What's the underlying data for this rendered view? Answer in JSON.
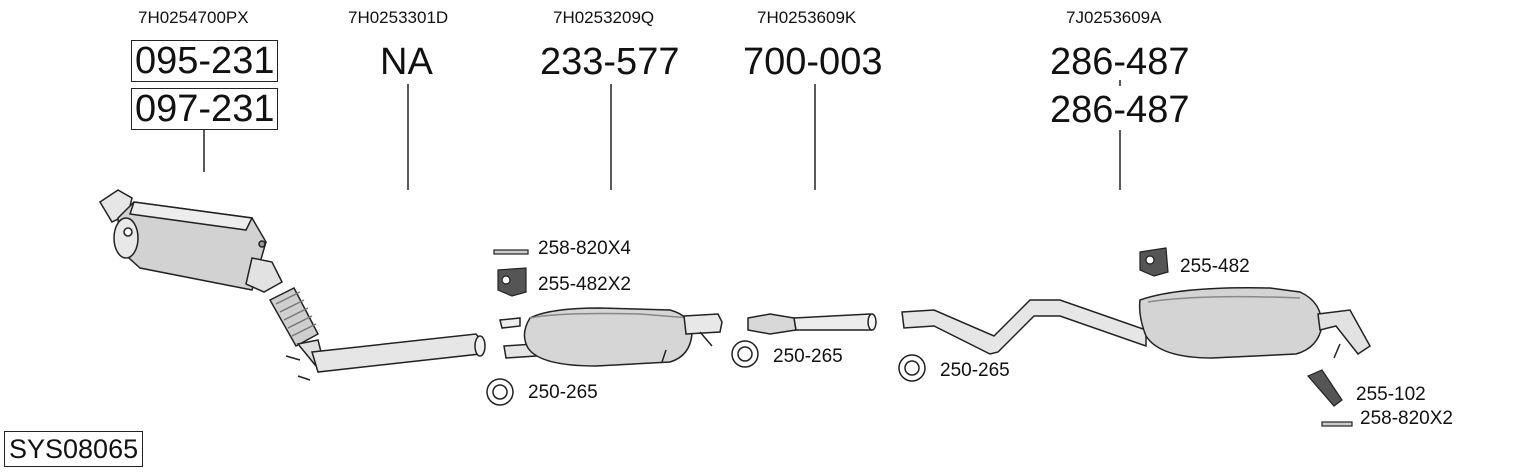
{
  "sections": [
    {
      "oem": "7H0254700PX",
      "parts": [
        "095-231",
        "097-231"
      ]
    },
    {
      "oem": "7H0253301D",
      "parts": [
        "NA"
      ]
    },
    {
      "oem": "7H0253209Q",
      "parts": [
        "233-577"
      ]
    },
    {
      "oem": "7H0253609K",
      "parts": [
        "700-003"
      ]
    },
    {
      "oem": "7J0253609A",
      "parts": [
        "286-487",
        "286-487"
      ]
    }
  ],
  "accessories": [
    "258-820X4",
    "255-482X2",
    "250-265",
    "250-265",
    "250-265",
    "255-482",
    "255-102",
    "258-820X2"
  ],
  "system_code": "SYS08065"
}
